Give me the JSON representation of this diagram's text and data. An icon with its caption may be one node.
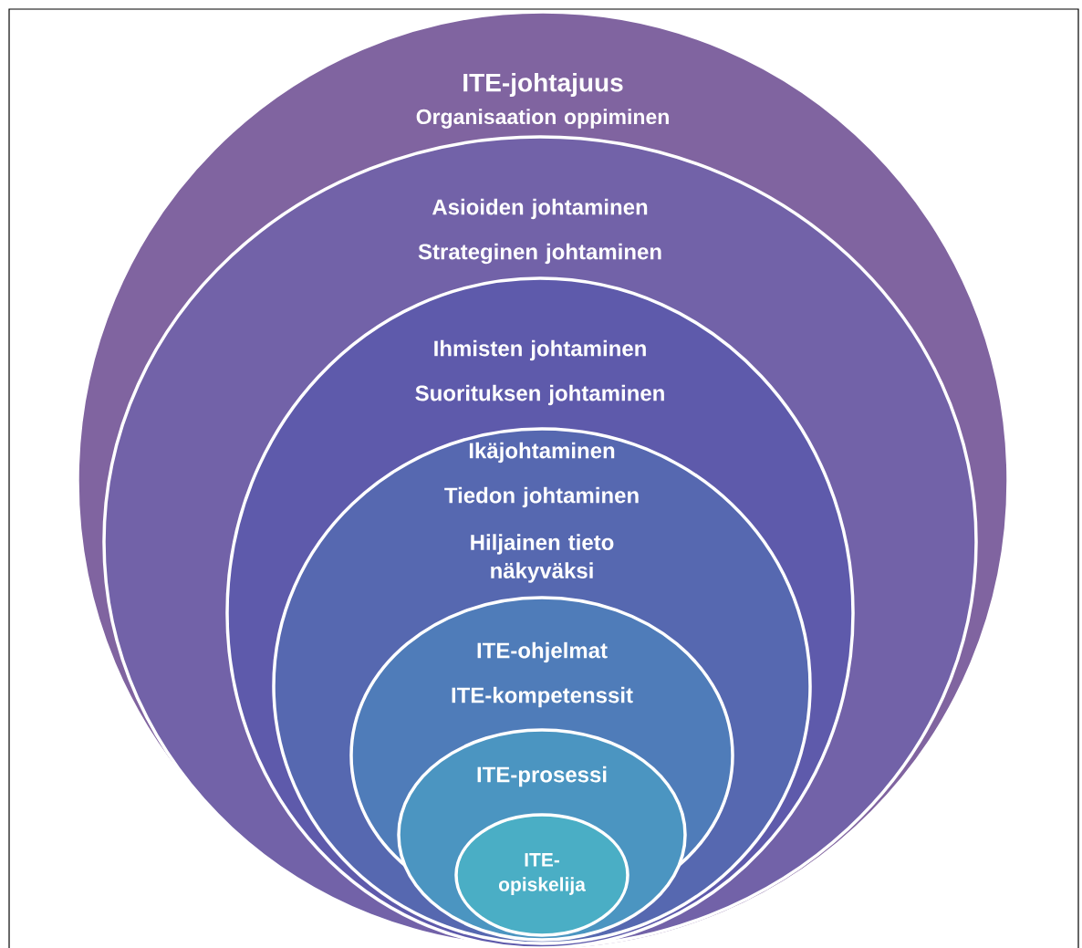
{
  "diagram": {
    "nodes": [
      {
        "text": [
          "ITE-johtajuus",
          "Organisaation oppiminen"
        ]
      },
      {
        "text": [
          "Asioiden johtaminen",
          "Strateginen johtaminen"
        ],
        "in": 0
      },
      {
        "text": [
          "Ihmisten johtaminen",
          "Suorituksen johtaminen"
        ],
        "in": 1
      },
      {
        "text": [
          "Ikäjohtaminen",
          "Tiedon johtaminen",
          "Hiljainen tieto näkyväksi"
        ],
        "in": 2
      },
      {
        "text": [
          "ITE-ohjelmat",
          "ITE-kompetenssit"
        ],
        "in": 3
      },
      {
        "text": [
          "ITE-prosessi"
        ],
        "in": 4
      },
      {
        "text": [
          "ITE-opiskelija"
        ],
        "in": 5
      }
    ]
  }
}
